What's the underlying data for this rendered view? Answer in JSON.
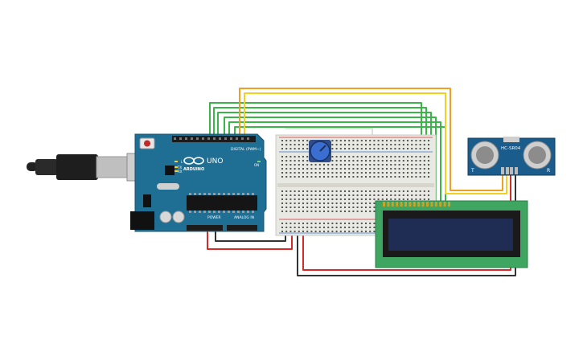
{
  "arduino": {
    "logo": "ARDUINO",
    "model": "UNO",
    "digital_label": "DIGITAL (PWM~)",
    "power_label": "POWER",
    "analog_label": "ANALOG IN",
    "led_tx": "TX",
    "led_rx": "RX",
    "led_l": "L",
    "led_on": "ON"
  },
  "sensor": {
    "model": "HC-SR04",
    "left_mark": "T",
    "right_mark": "R"
  },
  "colors": {
    "arduino_board": "#1f6f95",
    "breadboard": "#e9e9e4",
    "lcd_pcb": "#3ea660",
    "lcd_screen": "#1f2d55",
    "sensor_pcb": "#1a5d8c",
    "wire_green": "#3bb54a",
    "wire_orange": "#f0a020",
    "wire_yellow": "#f2d020",
    "wire_red": "#d62a2a",
    "wire_black": "#333333",
    "wire_white": "#dddddd",
    "usb_cable": "#222222"
  }
}
